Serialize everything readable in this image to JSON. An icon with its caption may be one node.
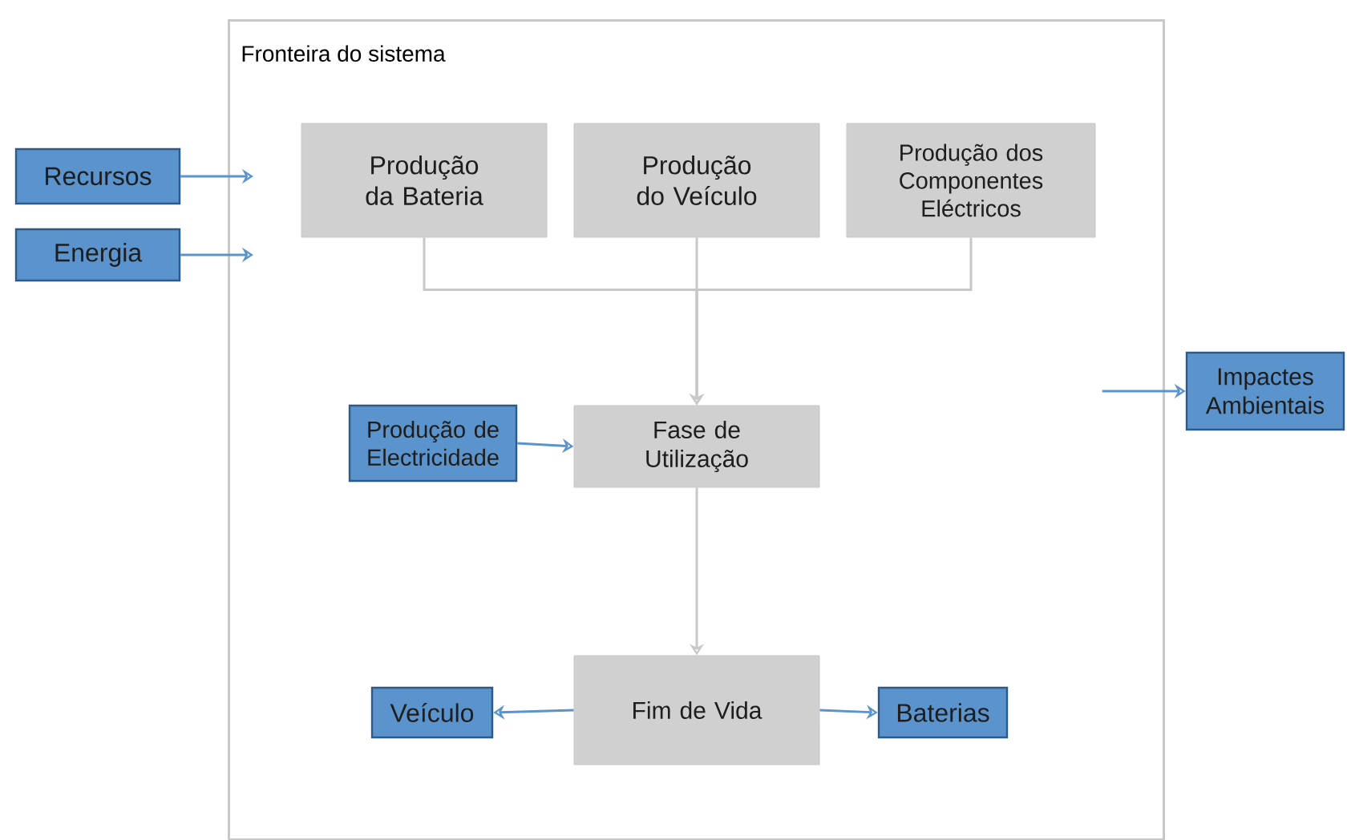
{
  "diagram": {
    "nodes": [
      {
        "text": [
          "Fronteira do sistema"
        ]
      },
      {
        "text": [
          "Recursos"
        ]
      },
      {
        "text": [
          "Energia"
        ]
      },
      {
        "text": [
          "Produção da Bateria"
        ],
        "in": 0
      },
      {
        "text": [
          "Produção do Veículo"
        ],
        "in": 0
      },
      {
        "text": [
          "Produção dos Componentes Eléctricos"
        ],
        "in": 0
      },
      {
        "text": [
          "Produção de Electricidade"
        ],
        "in": 0
      },
      {
        "text": [
          "Fase de Utilização"
        ],
        "in": 0
      },
      {
        "text": [
          "Impactes Ambientais"
        ]
      },
      {
        "text": [
          "Fim de Vida"
        ],
        "in": 0
      },
      {
        "text": [
          "Veículo"
        ],
        "in": 0
      },
      {
        "text": [
          "Baterias"
        ],
        "in": 0
      }
    ],
    "edges": [
      {
        "from": 1,
        "to": 0,
        "arrow": "to"
      },
      {
        "from": 2,
        "to": 0,
        "arrow": "to"
      },
      {
        "from": 3,
        "to": 7,
        "arrow": "to",
        "color": "#c8c8c8"
      },
      {
        "from": 4,
        "to": 7,
        "arrow": "to",
        "color": "#c8c8c8"
      },
      {
        "from": 5,
        "to": 7,
        "arrow": "to",
        "color": "#c8c8c8"
      },
      {
        "from": 6,
        "to": 7,
        "arrow": "to"
      },
      {
        "from": 7,
        "to": 9,
        "arrow": "to",
        "color": "#c8c8c8"
      },
      {
        "from": 9,
        "to": 10,
        "arrow": "to"
      },
      {
        "from": 9,
        "to": 11,
        "arrow": "to"
      },
      {
        "from": null,
        "to": 8,
        "arrow": "to"
      }
    ]
  }
}
